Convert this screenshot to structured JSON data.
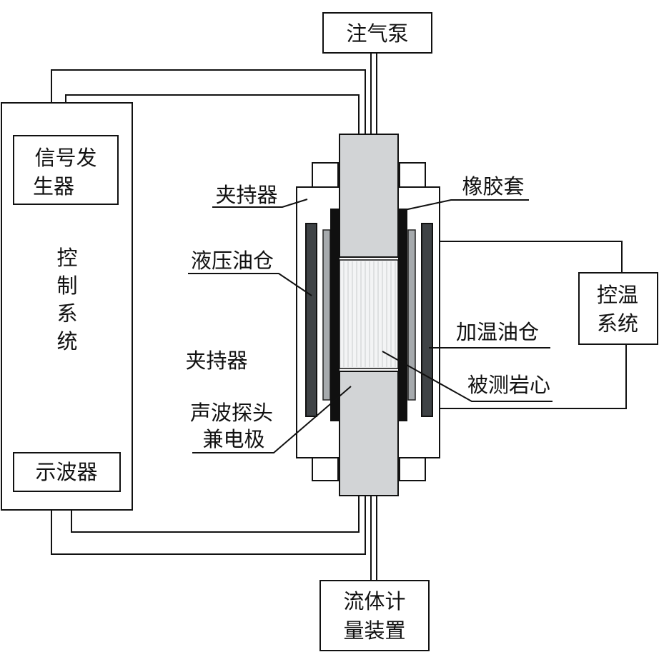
{
  "labels": {
    "gas_pump": "注气泵",
    "signal_generator_line1": "信号发",
    "signal_generator_line2": "生器",
    "control_system": [
      "控",
      "制",
      "系",
      "统"
    ],
    "oscilloscope": "示波器",
    "clamp_top": "夹持器",
    "hydraulic_oil_chamber": "液压油仓",
    "clamp_middle": "夹持器",
    "probe_line1": "声波探头",
    "probe_line2": "兼电极",
    "rubber_sleeve": "橡胶套",
    "temp_control_line1": "控温",
    "temp_control_line2": "系统",
    "heating_oil_chamber": "加温油仓",
    "core_sample": "被测岩心",
    "flow_meter_line1": "流体计",
    "flow_meter_line2": "量装置"
  }
}
